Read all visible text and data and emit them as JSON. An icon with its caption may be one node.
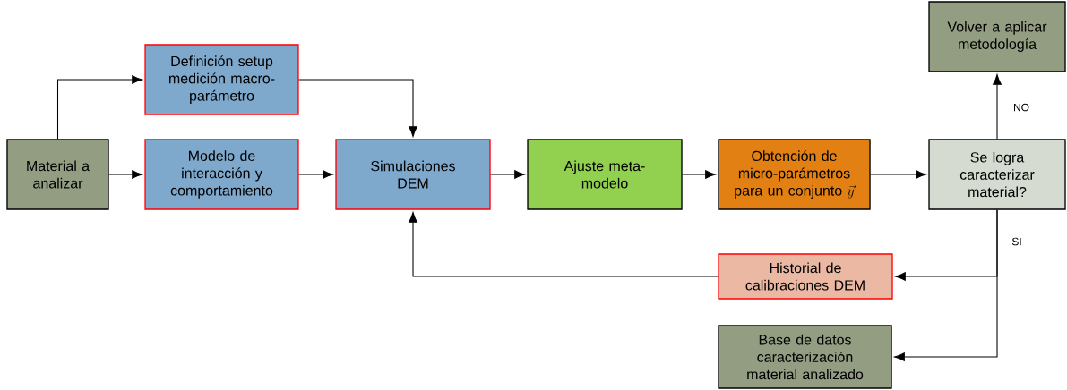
{
  "diagram": {
    "nodes": [
      {
        "text": [
          "Material a analizar"
        ]
      },
      {
        "text": [
          "Definición setup medición macro-parámetro"
        ]
      },
      {
        "text": [
          "Modelo de interacción y comportamiento"
        ]
      },
      {
        "text": [
          "Simulaciones DEM"
        ]
      },
      {
        "text": [
          "Ajuste meta-modelo"
        ]
      },
      {
        "text": [
          "Obtención de micro-parámetros para un conjunto",
          "\\vec{y}"
        ]
      },
      {
        "text": [
          "Se logra caracterizar material?"
        ]
      },
      {
        "text": [
          "Volver a aplicar metodología"
        ]
      },
      {
        "text": [
          "Historial de calibraciones DEM"
        ]
      },
      {
        "text": [
          "Base de datos caracterización material analizado"
        ]
      }
    ],
    "edges": [
      {
        "from": 0,
        "to": 1,
        "arrow": "to"
      },
      {
        "from": 0,
        "to": 2,
        "arrow": "to"
      },
      {
        "from": 1,
        "to": 3,
        "arrow": "to"
      },
      {
        "from": 2,
        "to": 3,
        "arrow": "to"
      },
      {
        "from": 3,
        "to": 4,
        "arrow": "to"
      },
      {
        "from": 4,
        "to": 5,
        "arrow": "to"
      },
      {
        "from": 5,
        "to": 6,
        "arrow": "to"
      },
      {
        "from": 6,
        "to": 7,
        "arrow": "to",
        "label": "NO"
      },
      {
        "from": 6,
        "to": 8,
        "arrow": "to",
        "label": "SI"
      },
      {
        "from": 6,
        "to": 9,
        "arrow": "to"
      },
      {
        "from": 8,
        "to": 3,
        "arrow": "to"
      }
    ]
  }
}
